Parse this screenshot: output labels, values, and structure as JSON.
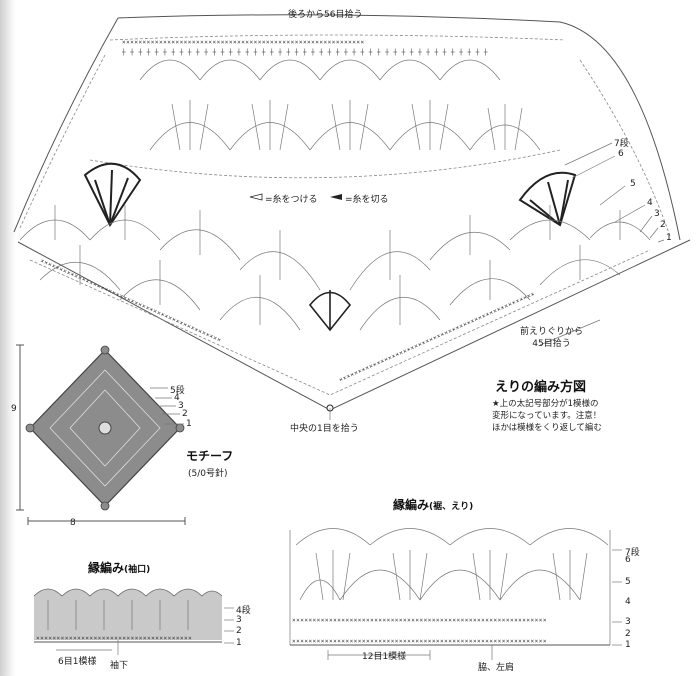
{
  "collar": {
    "top_label": "後ろから56目拾う",
    "legend_attach": "=糸をつける",
    "legend_cut": "=糸を切る",
    "row_labels": [
      "7段",
      "6",
      "5",
      "4",
      "3",
      "2",
      "1"
    ],
    "front_pickup": "前えりぐりから\n45目拾う",
    "center_pickup": "中央の1目を拾う",
    "title": "えりの編み方図",
    "note": "★上の太記号部分が1模様の\n変形になっています。注意！\nほかは模様をくり返して編む"
  },
  "motif": {
    "height_label": "9",
    "width_label": "8",
    "rows": [
      "5段",
      "4",
      "3",
      "2",
      "1"
    ],
    "name": "モチーフ",
    "hook": "(5/0号針)"
  },
  "edging_sleeve": {
    "title_main": "縁編み",
    "title_sub": "(袖口)",
    "rows": [
      "4段",
      "3",
      "2",
      "1"
    ],
    "repeat_label": "6目1模様",
    "underarm_label": "袖下"
  },
  "edging_hem": {
    "title_main": "縁編み",
    "title_sub": "(裾、えり)",
    "rows": [
      "7段",
      "6",
      "5",
      "4",
      "3",
      "2",
      "1"
    ],
    "repeat_label": "12目1模様",
    "side_label": "脇、左肩"
  },
  "colors": {
    "ink": "#222222",
    "motif_fill": "#8c8c8c",
    "sleeve_fill": "#c9c9c9"
  }
}
